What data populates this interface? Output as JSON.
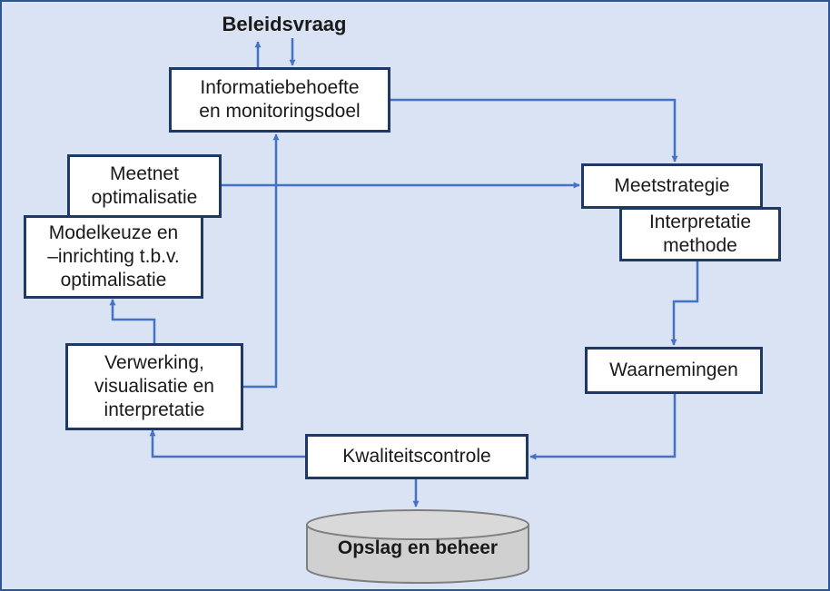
{
  "diagram": {
    "title": "Beleidsvraag",
    "nodes": {
      "informatiebehoefte": "Informatiebehoefte\nen monitoringsdoel",
      "meetnet": "Meetnet\noptimalisatie",
      "modelkeuze": "Modelkeuze  en\n–inrichting t.b.v.\noptimalisatie",
      "meetstrategie": "Meetstrategie",
      "interpretatie_methode": "Interpretatie\nmethode",
      "verwerking": "Verwerking,\nvisualisatie en\ninterpretatie",
      "waarnemingen": "Waarnemingen",
      "kwaliteitscontrole": "Kwaliteitscontrole",
      "opslag": "Opslag en beheer"
    },
    "colors": {
      "background": "#dae3f3",
      "frame": "#2f5597",
      "box_border": "#1f3864",
      "arrow": "#4472c4",
      "database_fill": "#d0d0d0",
      "database_stroke": "#7f7f7f"
    }
  }
}
